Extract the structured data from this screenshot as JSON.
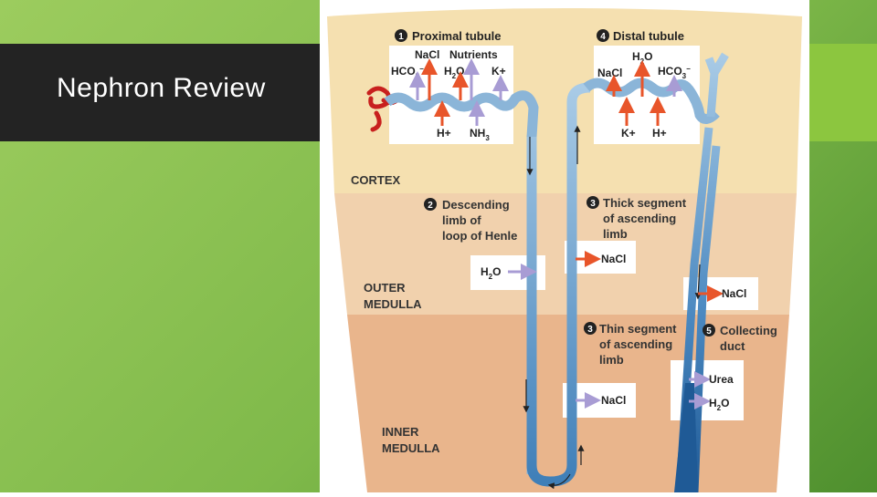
{
  "slide": {
    "title": "Nephron Review"
  },
  "colors": {
    "cortex": "#f5e0b0",
    "outer_medulla": "#f1d1ad",
    "inner_medulla": "#e9b58c",
    "tubule": "#8bb5d8",
    "red_arrow": "#e8552a",
    "purple_arrow": "#a89cd4"
  },
  "regions": {
    "cortex": "CORTEX",
    "outer_medulla_1": "OUTER",
    "outer_medulla_2": "MEDULLA",
    "inner_medulla_1": "INNER",
    "inner_medulla_2": "MEDULLA"
  },
  "labels": {
    "step1_num": "1",
    "proximal": "Proximal tubule",
    "step4_num": "4",
    "distal": "Distal tubule",
    "step2_num": "2",
    "descending_1": "Descending",
    "descending_2": "limb of",
    "descending_3": "loop of Henle",
    "step3a_num": "3",
    "thick_1": "Thick segment",
    "thick_2": "of ascending",
    "thick_3": "limb",
    "step3b_num": "3",
    "thin_1": "Thin segment",
    "thin_2": "of ascending",
    "thin_3": "limb",
    "step5_num": "5",
    "collecting_1": "Collecting",
    "collecting_2": "duct"
  },
  "proximal_box": {
    "nacl": "NaCl",
    "nutrients": "Nutrients",
    "hco3": "HCO",
    "hco3_sub": "3",
    "hco3_sup": "−",
    "h2o": "H",
    "h2o_sub": "2",
    "h2o_o": "O",
    "k": "K+",
    "h": "H+",
    "nh3": "NH",
    "nh3_sub": "3"
  },
  "distal_box": {
    "h2o": "H",
    "h2o_sub": "2",
    "h2o_o": "O",
    "nacl": "NaCl",
    "hco3": "HCO",
    "hco3_sub": "3",
    "hco3_sup": "−",
    "k": "K+",
    "h": "H+"
  },
  "transport": {
    "desc_h2o": "H",
    "desc_h2o_sub": "2",
    "desc_h2o_o": "O",
    "thick_nacl": "NaCl",
    "duct_nacl": "NaCl",
    "thin_nacl": "NaCl",
    "urea": "Urea",
    "duct_h2o": "H",
    "duct_h2o_sub": "2",
    "duct_h2o_o": "O"
  }
}
